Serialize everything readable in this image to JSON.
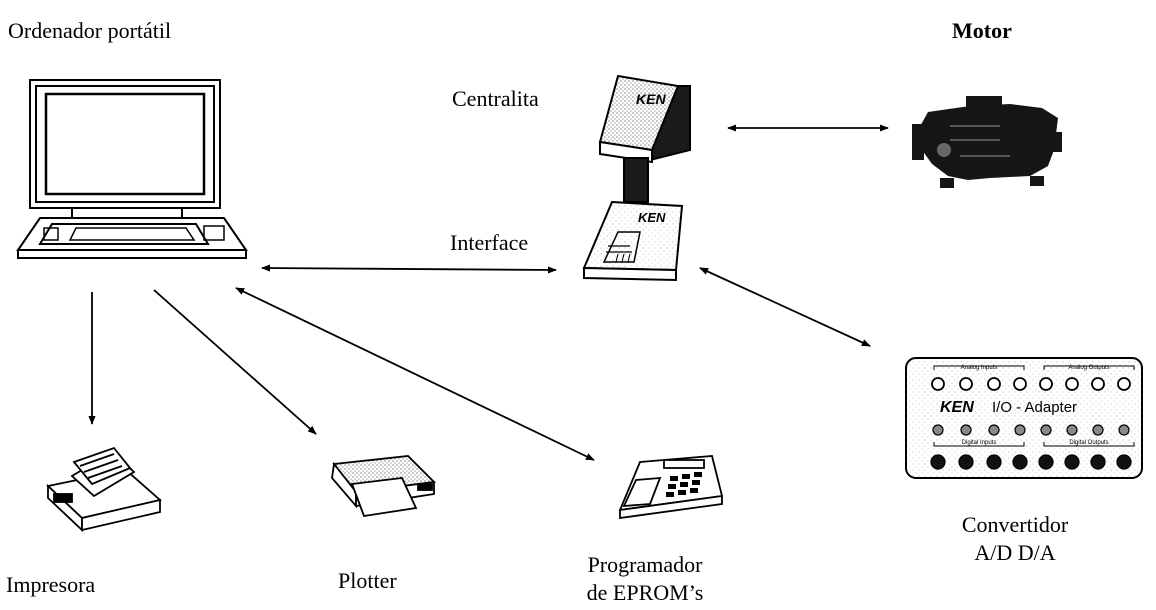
{
  "labels": {
    "laptop": "Ordenador portátil",
    "motor": "Motor",
    "ecu": "Centralita",
    "interface": "Interface",
    "printer": "Impresora",
    "plotter": "Plotter",
    "programmer_line1": "Programador",
    "programmer_line2": "de EPROM’s",
    "converter_line1": "Convertidor",
    "converter_line2": "A/D D/A"
  },
  "brand": "KEN",
  "adapter": {
    "title": "I/O - Adapter",
    "analog_inputs": "Analog Inputs",
    "analog_outputs": "Analog Outputs",
    "digital_inputs": "Digital Inputs",
    "digital_outputs": "Digital Outputs"
  },
  "colors": {
    "ink": "#000000",
    "screen": "#ffffff",
    "shade": "#bdbdbd",
    "dark": "#1a1a1a"
  }
}
